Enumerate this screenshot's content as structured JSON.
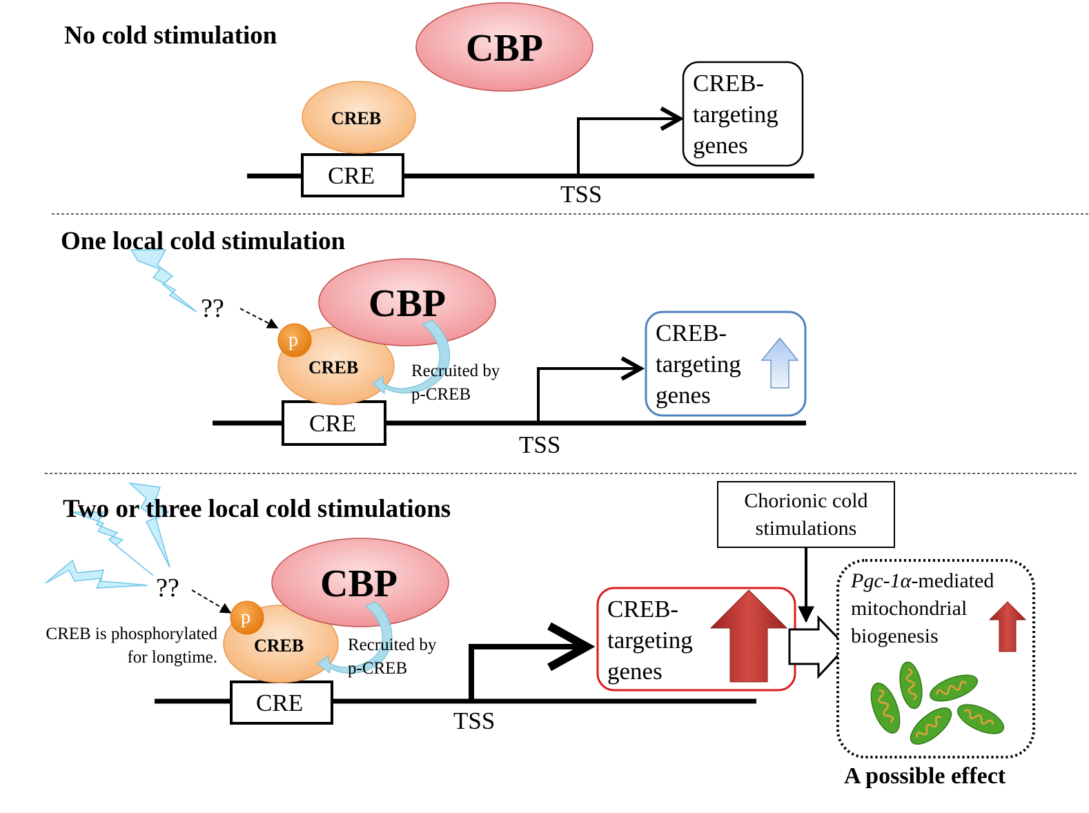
{
  "panels": {
    "none": {
      "heading": "No cold stimulation",
      "cbp": "CBP",
      "creb": "CREB",
      "cre": "CRE",
      "tss": "TSS",
      "gene_box": [
        "CREB-",
        "targeting",
        "genes"
      ]
    },
    "one": {
      "heading": "One local cold stimulation",
      "unknown": "??",
      "phospho": "p",
      "cbp": "CBP",
      "creb": "CREB",
      "recruited": [
        "Recruited by",
        "p-CREB"
      ],
      "cre": "CRE",
      "tss": "TSS",
      "gene_box": [
        "CREB-",
        "targeting",
        "genes"
      ]
    },
    "multi": {
      "heading": "Two or three local cold stimulations",
      "unknown": "??",
      "phospho": "p",
      "cbp": "CBP",
      "creb": "CREB",
      "phospho_note": [
        "CREB is phosphorylated",
        "for longtime."
      ],
      "recruited": [
        "Recruited by",
        "p-CREB"
      ],
      "cre": "CRE",
      "tss": "TSS",
      "gene_box": [
        "CREB-",
        "targeting",
        "genes"
      ],
      "chronic_box": [
        "Chorionic cold",
        "stimulations"
      ],
      "effect_box": {
        "gene_italic": "Pgc-1α",
        "line1_rest": "-mediated",
        "line2": "mitochondrial",
        "line3": "biogenesis"
      },
      "effect_caption": "A possible effect"
    }
  },
  "colors": {
    "cbp_fill": "#f4a3a6",
    "creb_fill": "#f9c89a",
    "phospho_fill": "#f08c1e",
    "lightning_fill": "#bfe9fa",
    "recruit_arrow": "#a9dce9",
    "up_arrow_blue": "#c8dcf5",
    "up_arrow_red": "#b5312e",
    "blue_border": "#4f81bd",
    "red_border": "#d81c1c",
    "mito_green": "#4fa52a",
    "mito_inner": "#e8a23c"
  },
  "icons": [
    "lightning-bolt-icon",
    "up-arrow-icon",
    "hollow-arrow-icon",
    "mitochondrion-icon",
    "dashed-arrow-icon",
    "curved-arrow-icon"
  ]
}
